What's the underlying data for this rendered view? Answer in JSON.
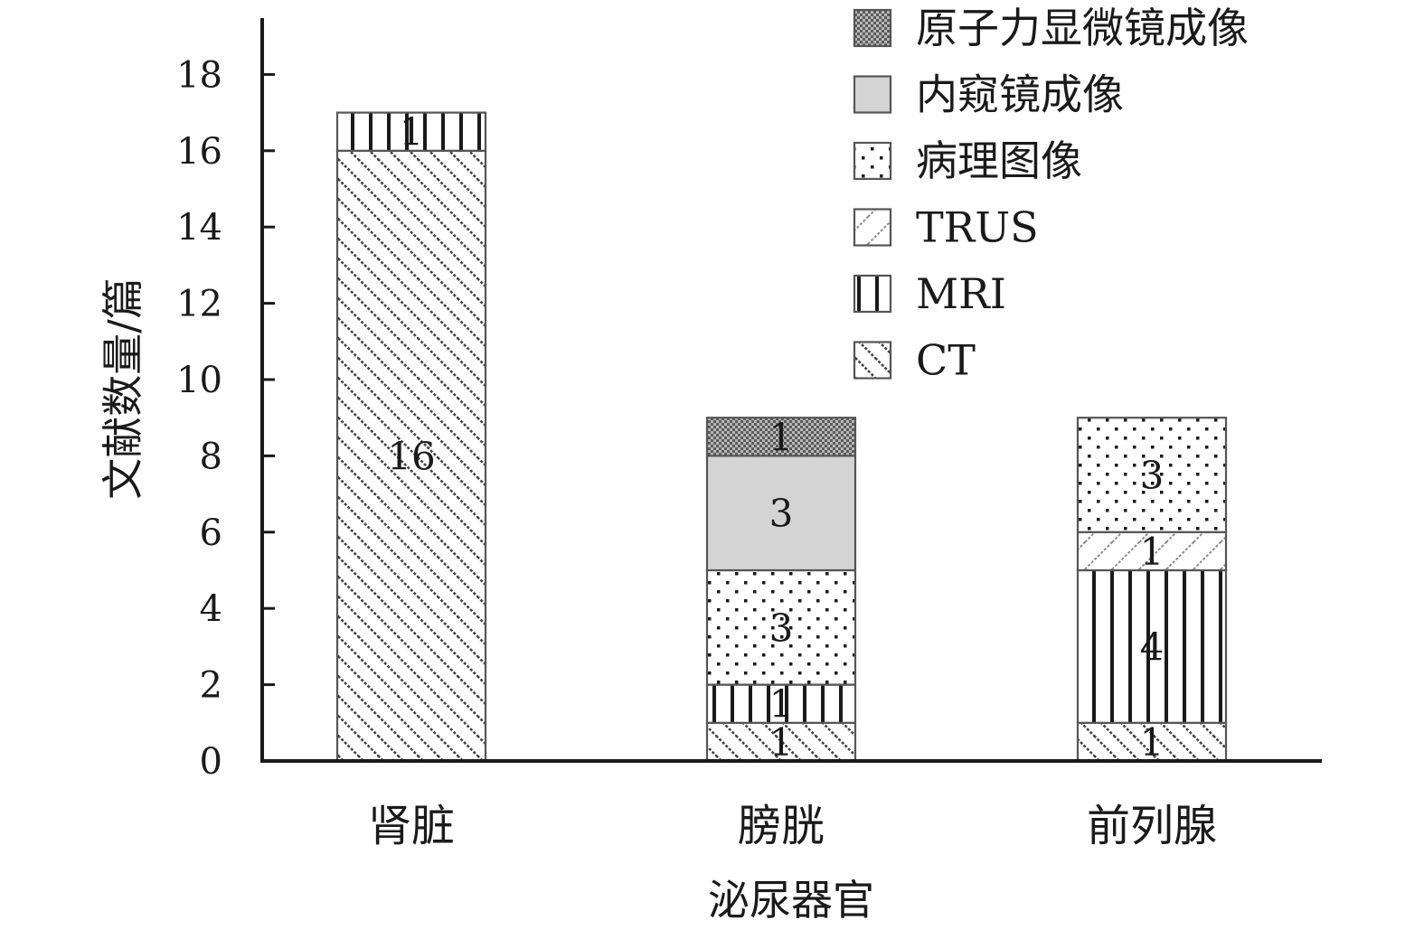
{
  "chart_data": {
    "type": "bar",
    "stacked": true,
    "title": "",
    "xlabel": "泌尿器官",
    "ylabel": "文献数量/篇",
    "ylim": [
      0,
      19
    ],
    "yticks": [
      0,
      2,
      4,
      6,
      8,
      10,
      12,
      14,
      16,
      18
    ],
    "categories": [
      "肾脏",
      "膀胱",
      "前列腺"
    ],
    "series": [
      {
        "name": "CT",
        "values": [
          16,
          1,
          1
        ],
        "pattern": "diag-back"
      },
      {
        "name": "MRI",
        "values": [
          1,
          1,
          4
        ],
        "pattern": "vertical"
      },
      {
        "name": "TRUS",
        "values": [
          0,
          0,
          1
        ],
        "pattern": "diag-fwd"
      },
      {
        "name": "病理图像",
        "values": [
          0,
          3,
          3
        ],
        "pattern": "dots"
      },
      {
        "name": "内窥镜成像",
        "values": [
          0,
          3,
          0
        ],
        "pattern": "solid-gray"
      },
      {
        "name": "原子力显微镜成像",
        "values": [
          0,
          1,
          0
        ],
        "pattern": "checker"
      }
    ],
    "legend": {
      "position": "top-right"
    },
    "grid": false,
    "colors": {
      "axis": "#1a1a1a",
      "outline": "#555555",
      "gray_fill": "#d4d4d4",
      "pattern_ink": "#333333"
    }
  }
}
